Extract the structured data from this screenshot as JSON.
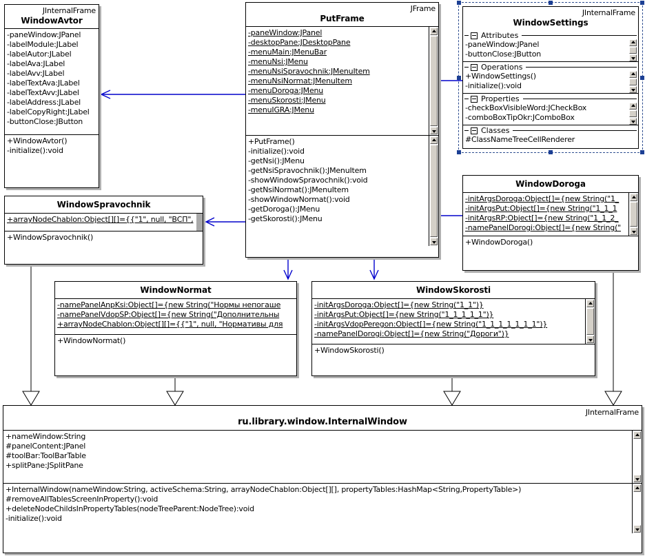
{
  "diagram": {
    "title": "UML Class Diagram",
    "accent_blue": "#0000cc",
    "selection_blue": "#1c3f94",
    "background": "#ffffff"
  },
  "classes": {
    "window_avtor": {
      "stereotype": "JInternalFrame",
      "name": "WindowAvtor",
      "attributes": [
        "-paneWindow:JPanel",
        "-labelModule:JLabel",
        "-labelAutor:JLabel",
        "-labelAva:JLabel",
        "-labelAvv:JLabel",
        "-labelTextAva:JLabel",
        "-labelTextAvv:JLabel",
        "-labelAddress:JLabel",
        "-labelCopyRight:JLabel",
        "-buttonClose:JButton"
      ],
      "operations": [
        "+WindowAvtor()",
        "-initialize():void"
      ]
    },
    "put_frame": {
      "stereotype": "JFrame",
      "name": "PutFrame",
      "attributes": [
        "-paneWindow:JPanel",
        "-desktopPane:JDesktopPane",
        "-menuMain:JMenuBar",
        "-menuNsi:JMenu",
        "-menuNsiSpravochnik:JMenuItem",
        "-menuNsiNormat:JMenuItem",
        "-menuDoroga:JMenu",
        "-menuSkorosti:JMenu",
        "-menuIGRA:JMenu"
      ],
      "operations": [
        "+PutFrame()",
        "-initialize():void",
        "-getNsi():JMenu",
        "-getNsiSpravochnik():JMenuItem",
        "-showWindowSpravochnik():void",
        "-getNsiNormat():JMenuItem",
        "-showWindowNormat():void",
        "-getDoroga():JMenu",
        "-getSkorosti():JMenu"
      ]
    },
    "window_settings": {
      "stereotype": "JInternalFrame",
      "name": "WindowSettings",
      "selected": true,
      "groups": [
        {
          "label": "Attributes",
          "rows": [
            "-paneWindow:JPanel",
            "-buttonClose:JButton"
          ]
        },
        {
          "label": "Operations",
          "rows": [
            "+WindowSettings()",
            "-initialize():void"
          ]
        },
        {
          "label": "Properties",
          "rows": [
            "-checkBoxVisibleWord:JCheckBox",
            "-comboBoxTipOkr:JComboBox"
          ]
        },
        {
          "label": "Classes",
          "rows": [
            "#ClassNameTreeCellRenderer"
          ]
        }
      ]
    },
    "window_spravochnik": {
      "stereotype": "",
      "name": "WindowSpravochnik",
      "attributes": [
        "+arrayNodeChablon:Object[][]={{\"1\", null, \"ВСП\","
      ],
      "operations": [
        "+WindowSpravochnik()"
      ]
    },
    "window_doroga": {
      "stereotype": "",
      "name": "WindowDoroga",
      "attributes": [
        "-initArgsDoroga:Object[]={new String(\"1_",
        "-initArgsPut:Object[]={new String(\"1_1_1",
        "-initArgsRP:Object[]={new String(\"1_1_2_",
        "-namePanelDorogi:Object[]={new String(\""
      ],
      "operations": [
        "+WindowDoroga()"
      ]
    },
    "window_normat": {
      "stereotype": "",
      "name": "WindowNormat",
      "attributes": [
        "-namePanelAnpKsi:Object[]={new String(\"Нормы непогаше",
        "-namePanelVdopSP:Object[]={new String(\"Дополнительны",
        "+arrayNodeChablon:Object[][]={{\"1\", null, \"Нормативы для"
      ],
      "operations": [
        "+WindowNormat()"
      ]
    },
    "window_skorosti": {
      "stereotype": "",
      "name": "WindowSkorosti",
      "attributes": [
        "-initArgsDoroga:Object[]={new String(\"1_1\")}",
        "-initArgsPut:Object[]={new String(\"1_1_1_1_1\")}",
        "-initArgsVdopPeregon:Object[]={new String(\"1_1_1_1_1_1_1\")}",
        "-namePanelDorogi:Object[]={new String(\"Дороги\")}"
      ],
      "operations": [
        "+WindowSkorosti()"
      ]
    },
    "internal_window": {
      "stereotype": "JInternalFrame",
      "name": "ru.library.window.InternalWindow",
      "attributes": [
        "+nameWindow:String",
        "#panelContent:JPanel",
        "#toolBar:ToolBarTable",
        "+splitPane:JSplitPane"
      ],
      "operations": [
        "+InternalWindow(nameWindow:String, activeSchema:String, arrayNodeChablon:Object[][], propertyTables:HashMap<String,PropertyTable>)",
        "#removeAllTablesScreenInProperty():void",
        "+deleteNodeChildsInPropertyTables(nodeTreeParent:NodeTree):void",
        "-initialize():void"
      ]
    }
  }
}
